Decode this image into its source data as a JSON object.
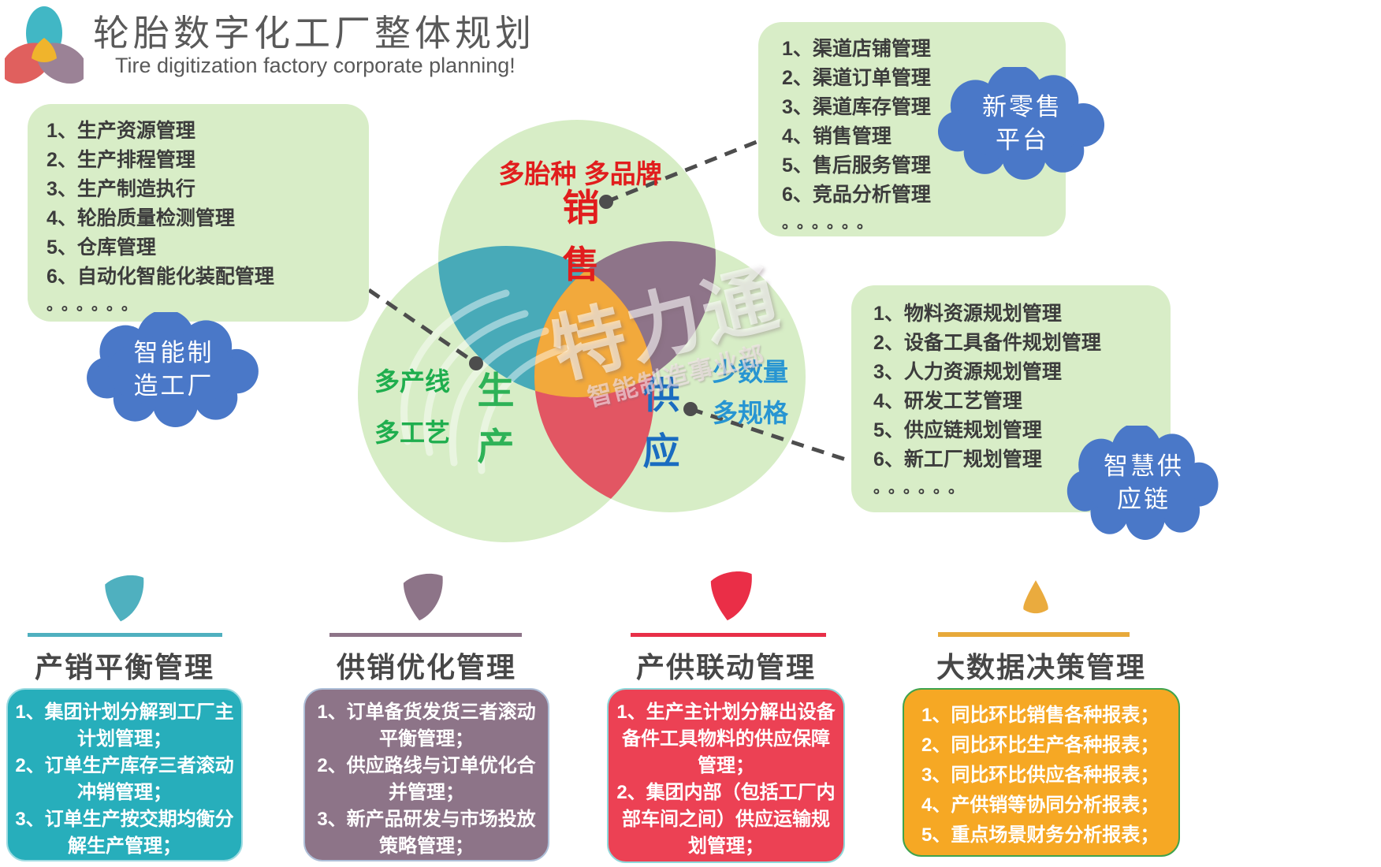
{
  "header": {
    "title": "轮胎数字化工厂整体规划",
    "subtitle": "Tire digitization factory corporate planning!"
  },
  "colors": {
    "callout_green": "#d8edc7",
    "cloud_blue": "#4a78c8",
    "teal": "#27aebb",
    "purple": "#8d7488",
    "red": "#ec4154",
    "orange": "#f6a824",
    "venn_green": "#d7edc6",
    "label_red": "#e11d1d",
    "label_green": "#2eb257",
    "label_blue": "#1a6cc0"
  },
  "venn": {
    "sales": {
      "tagline": "多胎种 多品牌",
      "char1": "销",
      "char2": "售"
    },
    "production": {
      "tagline1": "多产线",
      "tagline2": "多工艺",
      "char1": "生",
      "char2": "产"
    },
    "supply": {
      "tagline1": "少数量",
      "tagline2": "多规格",
      "char1": "供",
      "char2": "应"
    }
  },
  "callouts": {
    "production": {
      "items": [
        "1、生产资源管理",
        "2、生产排程管理",
        "3、生产制造执行",
        "4、轮胎质量检测管理",
        "5、仓库管理",
        "6、自动化智能化装配管理"
      ],
      "more": "。。。。。。"
    },
    "sales": {
      "items": [
        "1、渠道店铺管理",
        "2、渠道订单管理",
        "3、渠道库存管理",
        "4、销售管理",
        "5、售后服务管理",
        "6、竞品分析管理"
      ],
      "more": "。。。。。。"
    },
    "supply": {
      "items": [
        "1、物料资源规划管理",
        "2、设备工具备件规划管理",
        "3、人力资源规划管理",
        "4、研发工艺管理",
        "5、供应链规划管理",
        "6、新工厂规划管理"
      ],
      "more": "。。。。。。"
    }
  },
  "clouds": {
    "manufacturing": {
      "line1": "智能制",
      "line2": "造工厂"
    },
    "retail": {
      "line1": "新零售",
      "line2": "平台"
    },
    "supplychain": {
      "line1": "智慧供",
      "line2": "应链"
    }
  },
  "watermark": {
    "brand": "特力通",
    "dept": "智能制造事业部"
  },
  "columns": [
    {
      "title": "产销平衡管理",
      "items": [
        "1、集团计划分解到工厂主计划管理；",
        "2、订单生产库存三者滚动冲销管理；",
        "3、订单生产按交期均衡分解生产管理；"
      ]
    },
    {
      "title": "供销优化管理",
      "items": [
        "1、订单备货发货三者滚动平衡管理；",
        "2、供应路线与订单优化合并管理；",
        "3、新产品研发与市场投放策略管理；"
      ]
    },
    {
      "title": "产供联动管理",
      "items": [
        "1、生产主计划分解出设备备件工具物料的供应保障管理；",
        "2、集团内部（包括工厂内部车间之间）供应运输规划管理；"
      ]
    },
    {
      "title": "大数据决策管理",
      "items": [
        "1、同比环比销售各种报表；",
        "2、同比环比生产各种报表；",
        "3、同比环比供应各种报表；",
        "4、产供销等协同分析报表；",
        "5、重点场景财务分析报表；"
      ]
    }
  ]
}
